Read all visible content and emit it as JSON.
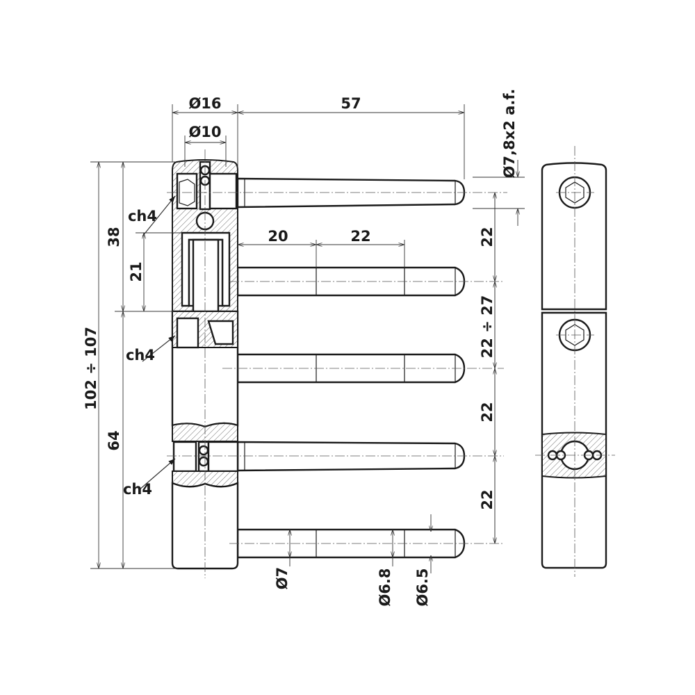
{
  "dimensions": {
    "dia16": "Ø16",
    "dia10": "Ø10",
    "len57": "57",
    "pin_af": "Ø7,8x2 a.f.",
    "pitch1": "22",
    "pitch2": "22 ÷ 27",
    "pitch3": "22",
    "pitch4": "22",
    "total": "102 ÷ 107",
    "upper": "38",
    "lower": "64",
    "inner": "21",
    "seg20": "20",
    "seg22": "22",
    "ch4_1": "ch4",
    "ch4_2": "ch4",
    "ch4_3": "ch4",
    "dia7": "Ø7",
    "dia68": "Ø6.8",
    "dia65": "Ø6.5"
  }
}
